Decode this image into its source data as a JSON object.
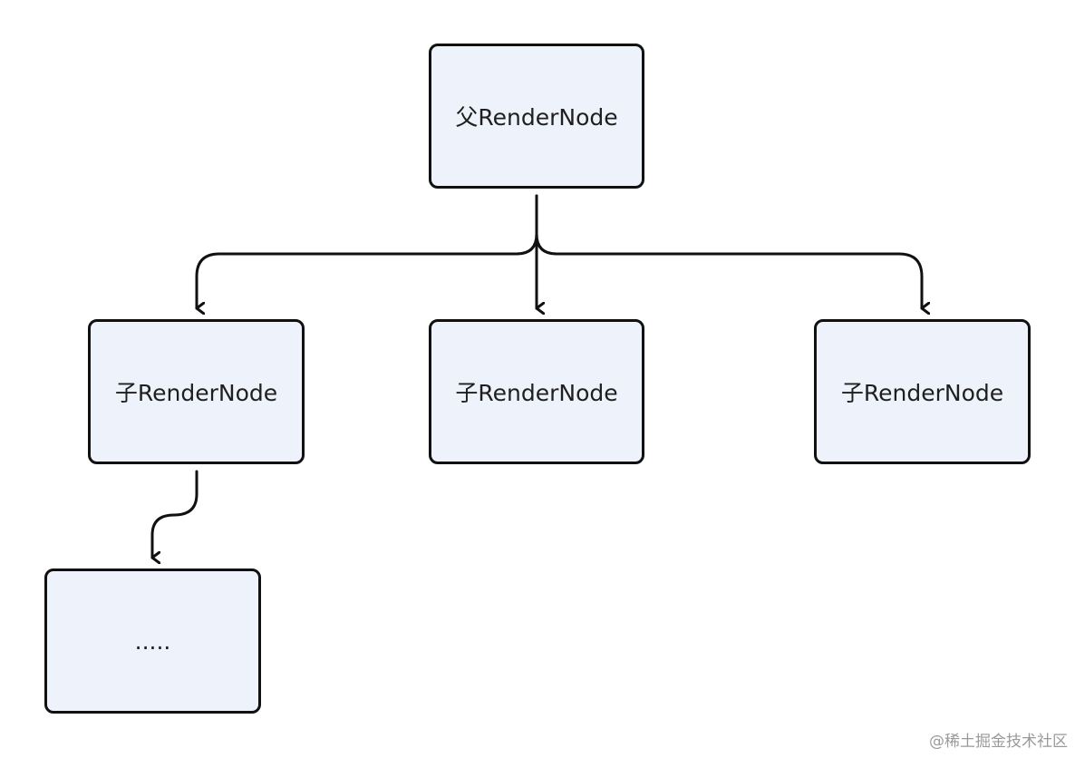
{
  "diagram": {
    "nodes": {
      "parent": "父RenderNode",
      "child_1": "子RenderNode",
      "child_2": "子RenderNode",
      "child_3": "子RenderNode",
      "grandchild": "....."
    }
  },
  "watermark": "@稀土掘金技术社区",
  "colors": {
    "node_fill": "#eef2fa",
    "stroke": "#111111",
    "watermark": "#9a9a9a"
  }
}
